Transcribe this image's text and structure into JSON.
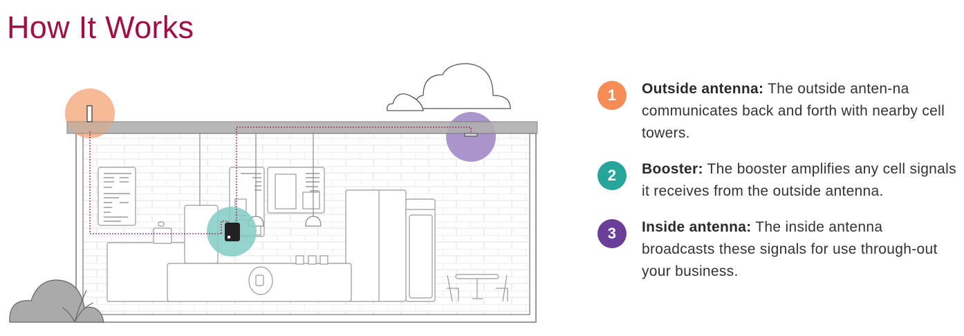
{
  "title": "How It Works",
  "colors": {
    "title": "#a3103f",
    "step1": "#f58c55",
    "step2": "#26a69a",
    "step3": "#6a3f97"
  },
  "steps": [
    {
      "number": "1",
      "heading": "Outside antenna:",
      "text": " The outside anten-na communicates back and forth with nearby cell towers."
    },
    {
      "number": "2",
      "heading": "Booster:",
      "text": " The booster amplifies any cell signals it receives from the outside antenna."
    },
    {
      "number": "3",
      "heading": "Inside antenna:",
      "text": " The inside antenna broadcasts these signals for use through-out your business."
    }
  ]
}
